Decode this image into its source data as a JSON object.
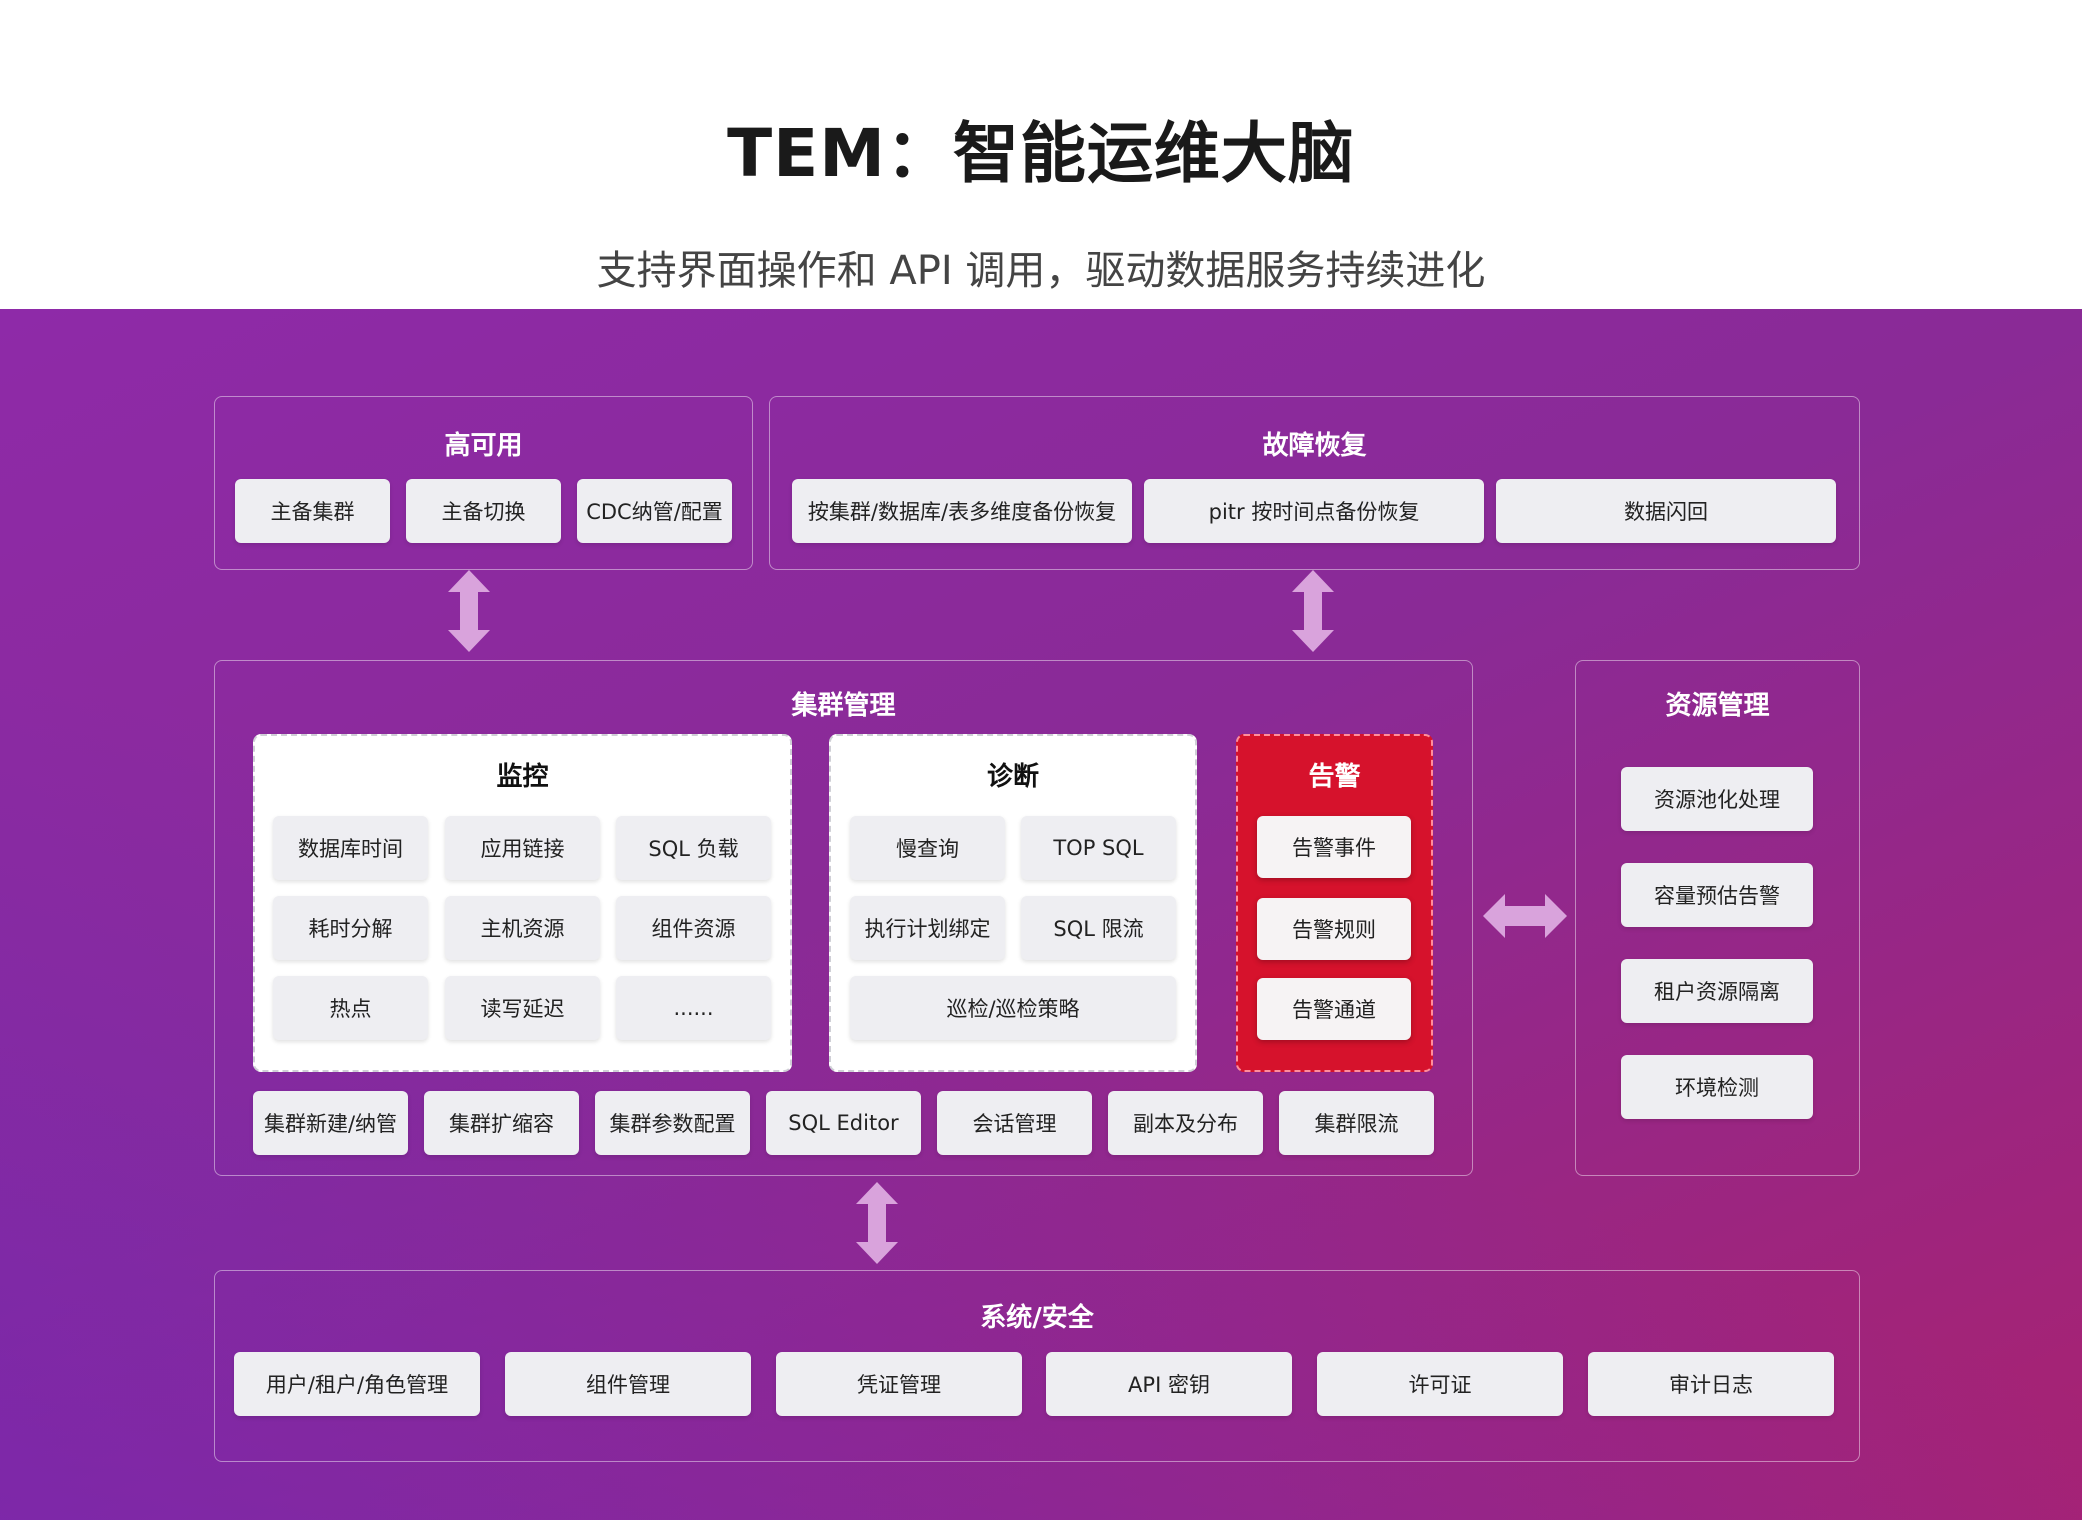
{
  "header": {
    "title": "TEM：智能运维大脑",
    "subtitle": "支持界面操作和 API 调用，驱动数据服务持续进化"
  },
  "high_availability": {
    "title": "高可用",
    "items": [
      "主备集群",
      "主备切换",
      "CDC纳管/配置"
    ]
  },
  "recovery": {
    "title": "故障恢复",
    "items": [
      "按集群/数据库/表多维度备份恢复",
      "pitr 按时间点备份恢复",
      "数据闪回"
    ]
  },
  "cluster": {
    "title": "集群管理",
    "monitor": {
      "title": "监控",
      "items": [
        "数据库时间",
        "应用链接",
        "SQL 负载",
        "耗时分解",
        "主机资源",
        "组件资源",
        "热点",
        "读写延迟",
        "......"
      ]
    },
    "diagnose": {
      "title": "诊断",
      "items": [
        "慢查询",
        "TOP SQL",
        "执行计划绑定",
        "SQL 限流",
        "巡检/巡检策略"
      ]
    },
    "alert": {
      "title": "告警",
      "items": [
        "告警事件",
        "告警规则",
        "告警通道"
      ]
    },
    "bottom_items": [
      "集群新建/纳管",
      "集群扩缩容",
      "集群参数配置",
      "SQL Editor",
      "会话管理",
      "副本及分布",
      "集群限流"
    ]
  },
  "resource": {
    "title": "资源管理",
    "items": [
      "资源池化处理",
      "容量预估告警",
      "租户资源隔离",
      "环境检测"
    ]
  },
  "system": {
    "title": "系统/安全",
    "items": [
      "用户/租户/角色管理",
      "组件管理",
      "凭证管理",
      "API 密钥",
      "许可证",
      "审计日志"
    ]
  },
  "colors": {
    "band_start": "#8e2aa8",
    "band_end": "#a82271",
    "alert": "#d6122c",
    "arrow": "#d9a3dc"
  }
}
